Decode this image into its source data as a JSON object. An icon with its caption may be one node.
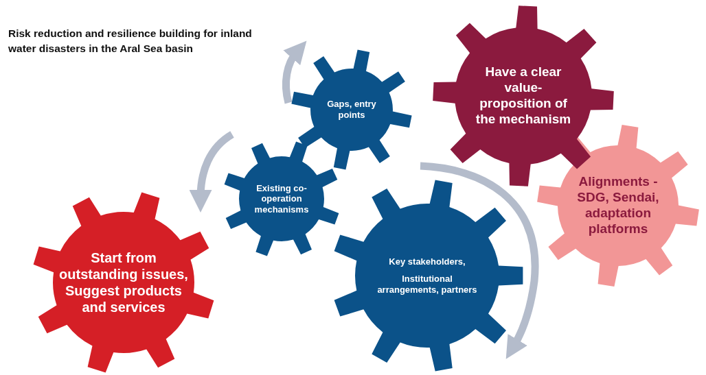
{
  "diagram": {
    "title": "Risk reduction and resilience building for inland water disasters in the Aral Sea basin",
    "nodes": [
      {
        "text": [
          "Gaps, entry points"
        ]
      },
      {
        "text": [
          "Have a clear value-proposition of the mechanism"
        ]
      },
      {
        "text": [
          "Existing co-operation mechanisms"
        ]
      },
      {
        "text": [
          "Alignments - SDG, Sendai, adaptation platforms"
        ]
      },
      {
        "text": [
          "Start from outstanding issues, Suggest products and services"
        ]
      },
      {
        "text": [
          "Key stakeholders,",
          "Institutional arrangements, partners"
        ]
      }
    ],
    "edges": []
  }
}
